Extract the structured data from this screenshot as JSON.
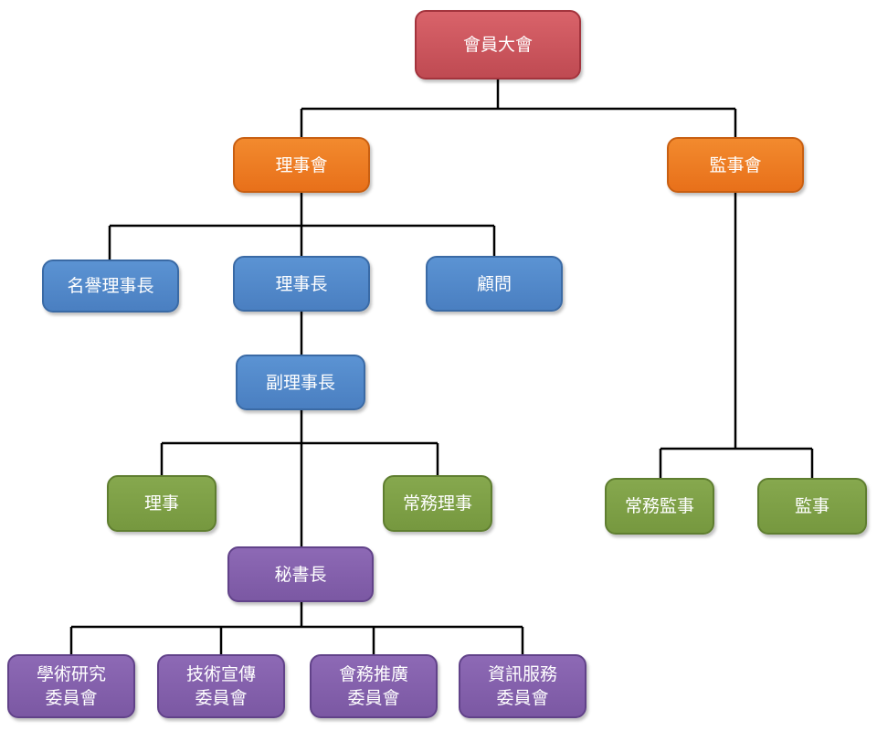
{
  "chart": {
    "root": "會員大會",
    "board": "理事會",
    "supervisors": "監事會",
    "honorary_chairman": "名譽理事長",
    "chairman": "理事長",
    "advisor": "顧問",
    "vice_chairman": "副理事長",
    "director": "理事",
    "executive_director": "常務理事",
    "executive_supervisor": "常務監事",
    "supervisor": "監事",
    "secretary_general": "秘書長",
    "committees": [
      {
        "line1": "學術研究",
        "line2": "委員會"
      },
      {
        "line1": "技術宣傳",
        "line2": "委員會"
      },
      {
        "line1": "會務推廣",
        "line2": "委員會"
      },
      {
        "line1": "資訊服務",
        "line2": "委員會"
      }
    ]
  },
  "colors": {
    "level_root": "#c8525a",
    "level_councils": "#ee7d22",
    "level_officers": "#4f86c6",
    "level_members": "#7b9c43",
    "level_secretariat": "#8460ac"
  }
}
